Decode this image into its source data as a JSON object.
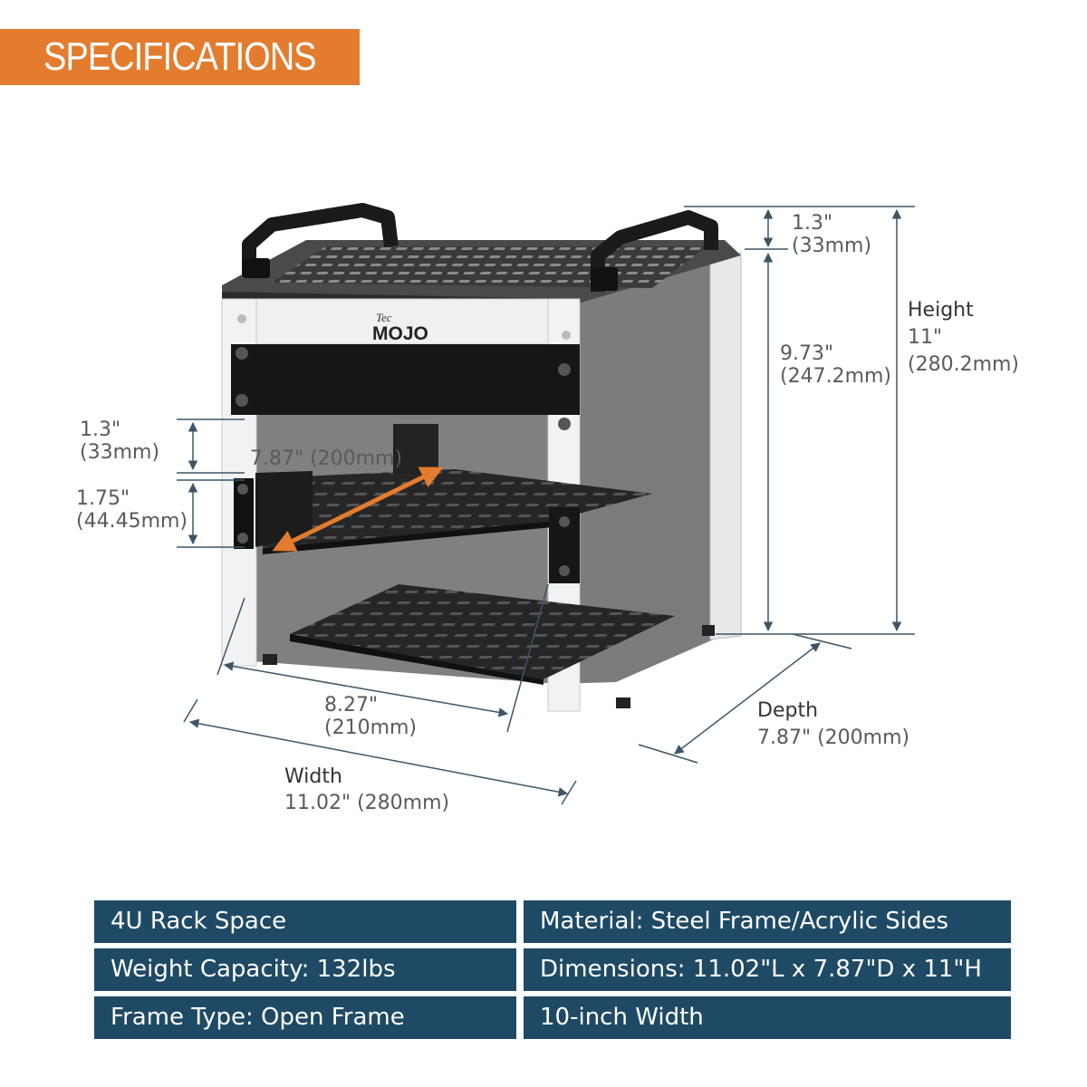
{
  "banner": {
    "title": "SPECIFICATIONS",
    "color": "#e37c2e"
  },
  "brand": {
    "small": "Tec",
    "name": "MOJO"
  },
  "dimensions": {
    "top_clearance": {
      "imperial": "1.3\"",
      "metric": "(33mm)"
    },
    "inner_height": {
      "imperial": "9.73\"",
      "metric": "(247.2mm)"
    },
    "height": {
      "label": "Height",
      "imperial": "11\"",
      "metric": "(280.2mm)"
    },
    "slot_gap": {
      "imperial": "1.3\"",
      "metric": "(33mm)"
    },
    "rack_unit": {
      "imperial": "1.75\"",
      "metric": "(44.45mm)"
    },
    "shelf_depth": {
      "text": "7.87\" (200mm)"
    },
    "inner_width": {
      "imperial": "8.27\"",
      "metric": "(210mm)"
    },
    "width": {
      "label": "Width",
      "value": "11.02\" (280mm)"
    },
    "depth": {
      "label": "Depth",
      "value": "7.87\" (200mm)"
    }
  },
  "specs": [
    {
      "left": "4U Rack Space",
      "right": "Material: Steel Frame/Acrylic Sides"
    },
    {
      "left": "Weight Capacity: 132lbs",
      "right": "Dimensions: 11.02\"L x 7.87\"D x 11\"H"
    },
    {
      "left": "Frame Type: Open Frame",
      "right": "10-inch Width"
    }
  ],
  "colors": {
    "table_bg": "#1e4a66",
    "dim_line": "#3d5566",
    "arrow": "#e37c2e"
  }
}
